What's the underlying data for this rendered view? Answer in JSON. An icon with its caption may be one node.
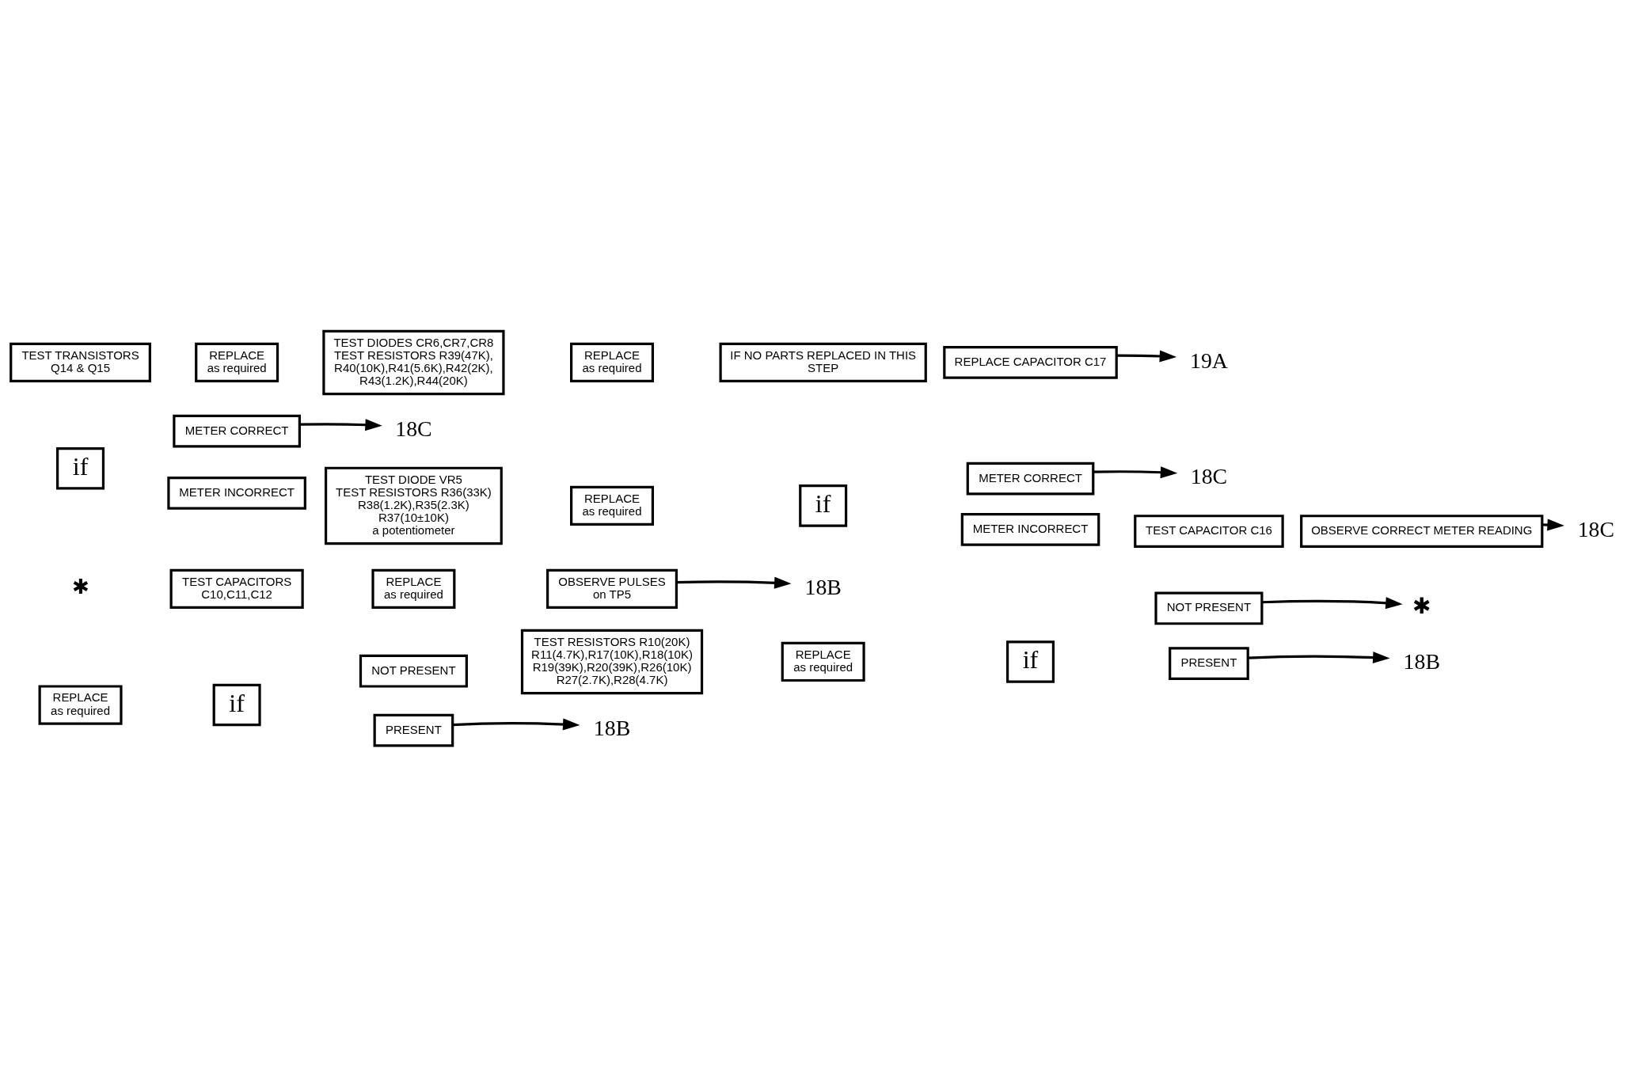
{
  "diagram": {
    "nodes": [
      {
        "text": [
          "REPLACE",
          "as required"
        ]
      },
      {
        "text": [
          "if"
        ]
      },
      {
        "text": [
          "NOT PRESENT"
        ]
      },
      {
        "text": [
          "PRESENT"
        ]
      },
      {
        "text": [
          "18B"
        ]
      },
      {
        "text": [
          "TEST RESISTORS R10(20K) R11(4.7K),R17(10K),R18(10K) R19(39K),R20(39K),R26(10K) R27(2.7K),R28(4.7K)"
        ]
      },
      {
        "text": [
          "REPLACE",
          "as required"
        ]
      },
      {
        "text": [
          "if"
        ]
      },
      {
        "text": [
          "NOT PRESENT"
        ]
      },
      {
        "text": [
          "✱"
        ]
      },
      {
        "text": [
          "PRESENT"
        ]
      },
      {
        "text": [
          "18B"
        ]
      },
      {
        "text": [
          "TEST CAPACITORS",
          "C10,C11,C12"
        ]
      },
      {
        "text": [
          "REPLACE",
          "as required"
        ]
      },
      {
        "text": [
          "OBSERVE PULSES",
          "on TP5"
        ]
      },
      {
        "text": [
          "18B"
        ]
      },
      {
        "text": [
          "if"
        ]
      },
      {
        "text": [
          "METER CORRECT"
        ]
      },
      {
        "text": [
          "18C"
        ]
      },
      {
        "text": [
          "METER INCORRECT"
        ]
      },
      {
        "text": [
          "TEST DIODE VR5",
          "TEST RESISTORS R36(33K) R38(1.2K),R35(2.3K) R37(10±10K)",
          "a potentiometer"
        ]
      },
      {
        "text": [
          "REPLACE",
          "as required"
        ]
      },
      {
        "text": [
          "if"
        ]
      },
      {
        "text": [
          "METER CORRECT"
        ]
      },
      {
        "text": [
          "18C"
        ]
      },
      {
        "text": [
          "METER INCORRECT"
        ]
      },
      {
        "text": [
          "TEST CAPACITOR C16"
        ]
      },
      {
        "text": [
          "OBSERVE CORRECT METER READING"
        ]
      },
      {
        "text": [
          "18C"
        ]
      },
      {
        "text": [
          "TEST TRANSISTORS",
          "Q14 & Q15"
        ]
      },
      {
        "text": [
          "REPLACE",
          "as required"
        ]
      },
      {
        "text": [
          "TEST DIODES CR6,CR7,CR8",
          "TEST RESISTORS R39(47K), R40(10K),R41(5.6K),R42(2K), R43(1.2K),R44(20K)"
        ]
      },
      {
        "text": [
          "REPLACE",
          "as required"
        ]
      },
      {
        "text": [
          "IF NO PARTS REPLACED IN THIS STEP"
        ]
      },
      {
        "text": [
          "REPLACE CAPACITOR C17"
        ]
      },
      {
        "text": [
          "19A"
        ]
      }
    ],
    "edges": [
      {
        "from": 3,
        "to": 4,
        "arrow": "to"
      },
      {
        "from": 8,
        "to": 9,
        "arrow": "to"
      },
      {
        "from": 10,
        "to": 11,
        "arrow": "to"
      },
      {
        "from": 14,
        "to": 15,
        "arrow": "to"
      },
      {
        "from": 17,
        "to": 18,
        "arrow": "to"
      },
      {
        "from": 23,
        "to": 24,
        "arrow": "to"
      },
      {
        "from": 27,
        "to": 28,
        "arrow": "to"
      },
      {
        "from": 34,
        "to": 35,
        "arrow": "to"
      }
    ],
    "labels": [
      "✱"
    ]
  }
}
